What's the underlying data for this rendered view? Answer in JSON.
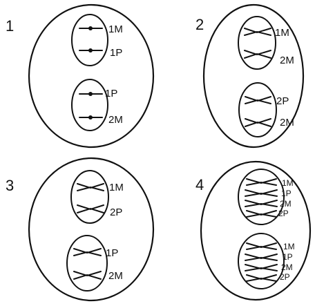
{
  "panels": [
    {
      "number": "1",
      "stage": "single",
      "nuclei": [
        [
          "1M",
          "1P"
        ],
        [
          "1P",
          "2M"
        ]
      ]
    },
    {
      "number": "2",
      "stage": "duplicated",
      "nuclei": [
        [
          "1M",
          "2M"
        ],
        [
          "2P",
          "2M"
        ]
      ]
    },
    {
      "number": "3",
      "stage": "duplicated",
      "nuclei": [
        [
          "1M",
          "2P"
        ],
        [
          "1P",
          "2M"
        ]
      ]
    },
    {
      "number": "4",
      "stage": "quad",
      "nuclei": [
        [
          "1M",
          "1P",
          "2M",
          "2P"
        ],
        [
          "1M",
          "1P",
          "2M",
          "2P"
        ]
      ]
    }
  ]
}
